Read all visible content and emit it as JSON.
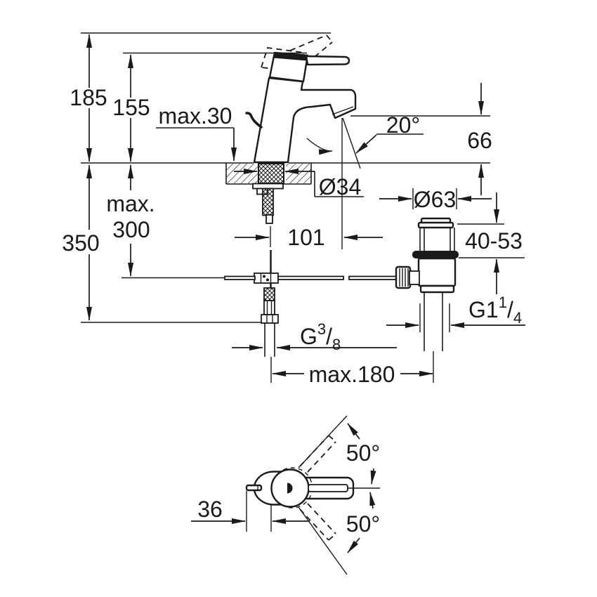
{
  "drawing": {
    "type": "technical-dimension-drawing",
    "subject": "Single-lever basin mixer tap with pop-up waste: side elevation with installation dimensions (mm) and top view with handle swivel angles",
    "colors": {
      "line": "#1a1a1a",
      "background": "#ffffff"
    },
    "side_view": {
      "height_total": "185",
      "height_to_handle": "155",
      "deck_thickness": "max.30",
      "spout_angle": "20°",
      "spout_outlet_height": "66",
      "body_diameter": "Ø34",
      "waste_flange_diameter": "Ø63",
      "hose_max_label": "max.",
      "hose_max_value": "300",
      "supply_depth": "350",
      "spout_reach": "101",
      "waste_height_range": "40-53",
      "rod_reach": "max.180",
      "waste_thread": {
        "g": "G1",
        "sup": "1",
        "slash": "/",
        "sub": "4"
      },
      "supply_thread": {
        "g": "G",
        "sup": "3",
        "slash": "/",
        "sub": "8"
      }
    },
    "top_view": {
      "lever_rear_offset": "36",
      "swivel_up": "50°",
      "swivel_down": "50°"
    }
  }
}
